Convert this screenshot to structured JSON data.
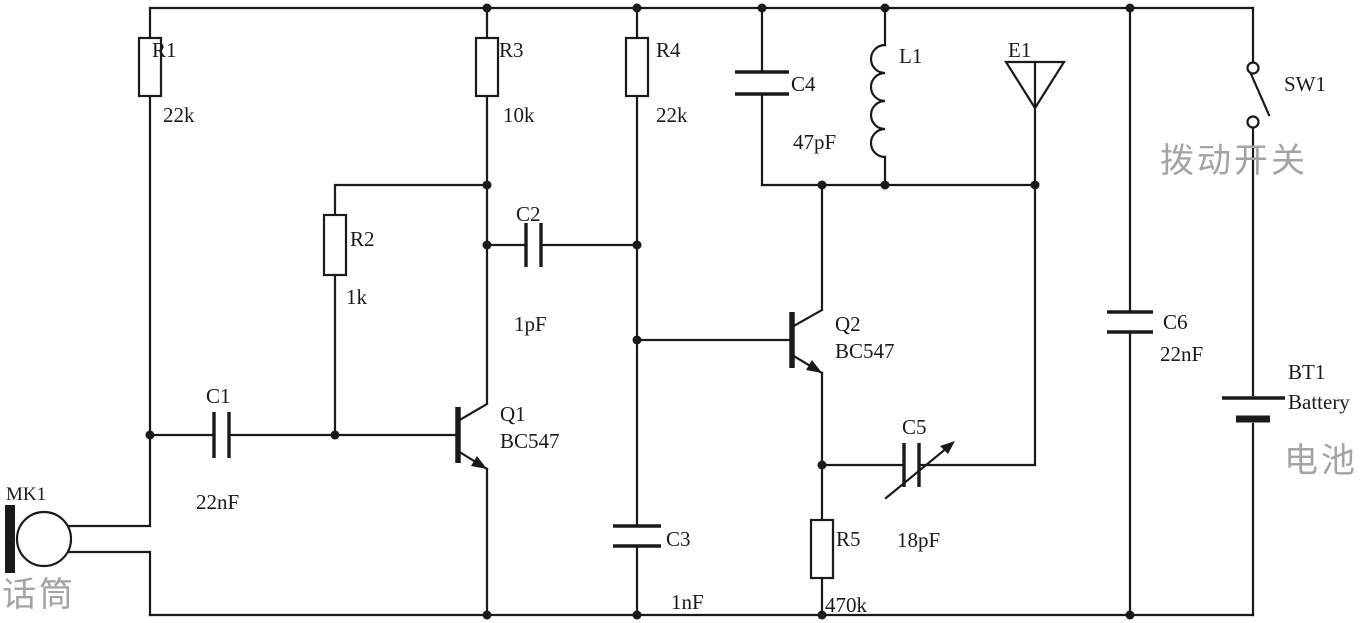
{
  "title": "FM transmitter circuit schematic",
  "colors": {
    "wire": "#1a1a1a",
    "label": "#1a1a1a",
    "annotation_gray": "#a3a3a3",
    "background": "#ffffff"
  },
  "components": {
    "r1": {
      "ref": "R1",
      "value": "22k"
    },
    "r2": {
      "ref": "R2",
      "value": "1k"
    },
    "r3": {
      "ref": "R3",
      "value": "10k"
    },
    "r4": {
      "ref": "R4",
      "value": "22k"
    },
    "r5": {
      "ref": "R5",
      "value": "470k"
    },
    "c1": {
      "ref": "C1",
      "value": "22nF"
    },
    "c2": {
      "ref": "C2",
      "value": "1pF"
    },
    "c3": {
      "ref": "C3",
      "value": "1nF"
    },
    "c4": {
      "ref": "C4",
      "value": "47pF"
    },
    "c5": {
      "ref": "C5",
      "value": "18pF"
    },
    "c6": {
      "ref": "C6",
      "value": "22nF"
    },
    "q1": {
      "ref": "Q1",
      "part": "BC547"
    },
    "q2": {
      "ref": "Q2",
      "part": "BC547"
    },
    "l1": {
      "ref": "L1"
    },
    "e1": {
      "ref": "E1"
    },
    "sw1": {
      "ref": "SW1",
      "annotation": "拨动开关"
    },
    "bt1": {
      "ref": "BT1",
      "label": "Battery",
      "annotation": "电池"
    },
    "mk1": {
      "ref": "MK1",
      "annotation": "话筒"
    }
  }
}
